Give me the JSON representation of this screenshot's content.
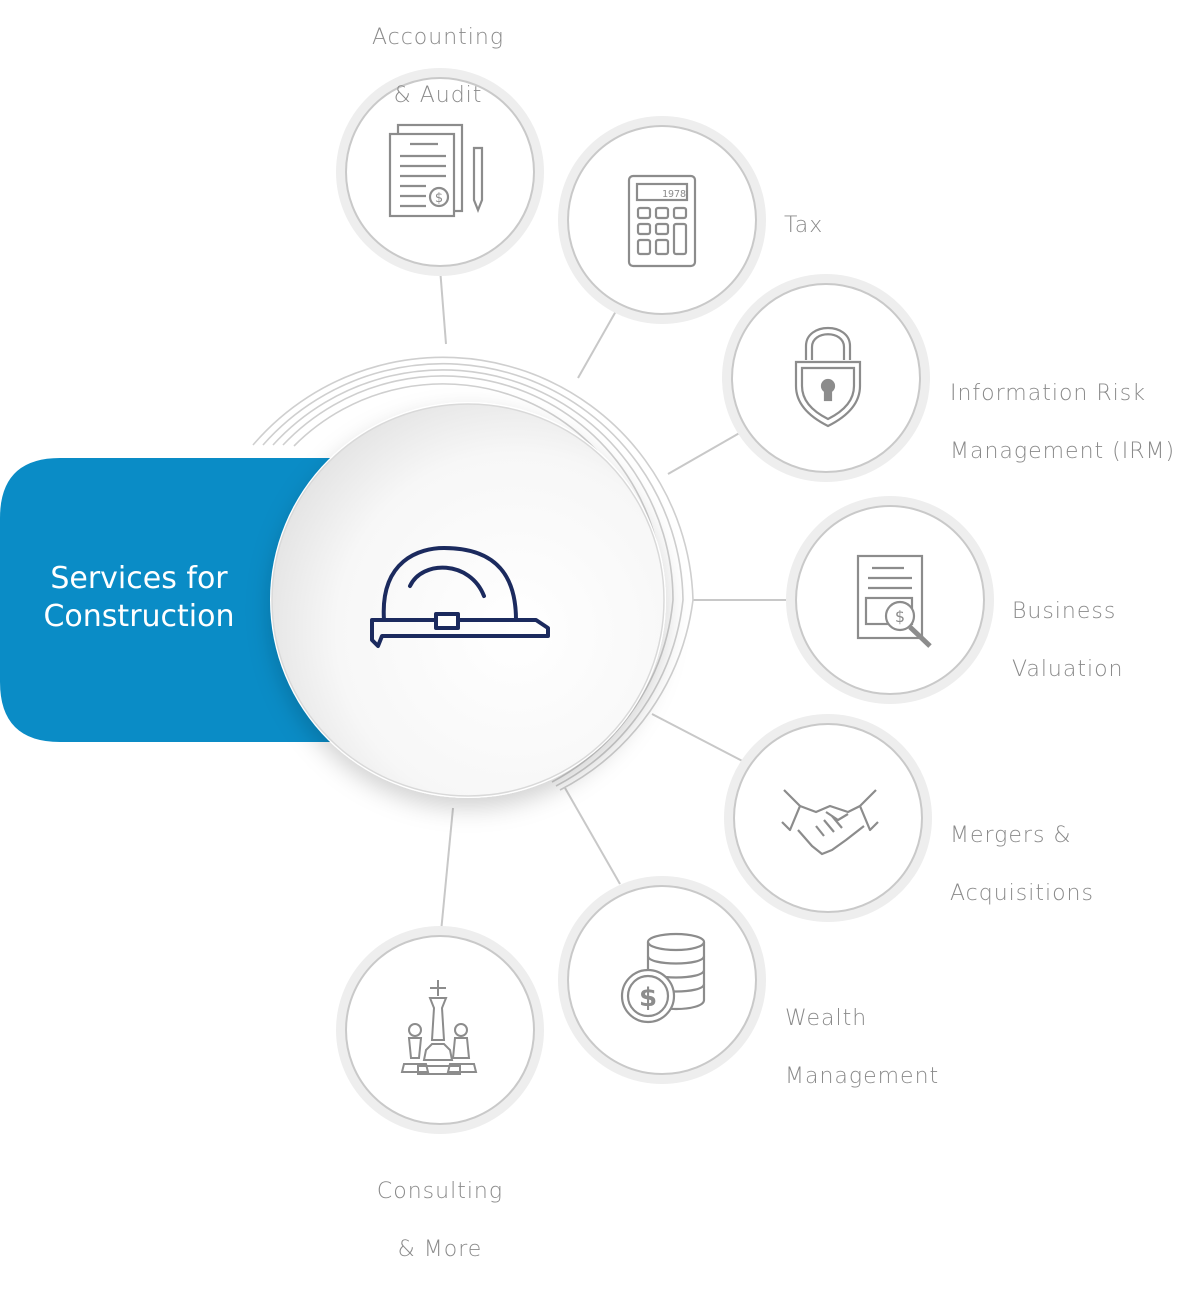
{
  "hub": {
    "title_line1": "Services for",
    "title_line2": "Construction",
    "icon": "hard-hat-icon",
    "accent_color": "#0a8cc6",
    "icon_color": "#1b2a5e"
  },
  "services": [
    {
      "id": "accounting-audit",
      "line1": "Accounting",
      "line2": "& Audit",
      "icon": "documents-dollar-pencil-icon"
    },
    {
      "id": "tax",
      "line1": "Tax",
      "line2": "",
      "icon": "calculator-icon"
    },
    {
      "id": "irm",
      "line1": "Information Risk",
      "line2": "Management (IRM)",
      "icon": "shield-lock-icon"
    },
    {
      "id": "business-valuation",
      "line1": "Business",
      "line2": "Valuation",
      "icon": "document-magnifier-dollar-icon"
    },
    {
      "id": "mergers-acquisitions",
      "line1": "Mergers &",
      "line2": "Acquisitions",
      "icon": "handshake-icon"
    },
    {
      "id": "wealth-management",
      "line1": "Wealth",
      "line2": "Management",
      "icon": "coins-stack-dollar-icon"
    },
    {
      "id": "consulting-more",
      "line1": "Consulting",
      "line2": "& More",
      "icon": "chess-pieces-icon"
    }
  ],
  "colors": {
    "node_ring": "#e2e2e2",
    "node_border": "#c6c6c6",
    "connector": "#c8c8c8",
    "icon_gray": "#8c8c8c",
    "label_gray": "#8a8a8a"
  }
}
